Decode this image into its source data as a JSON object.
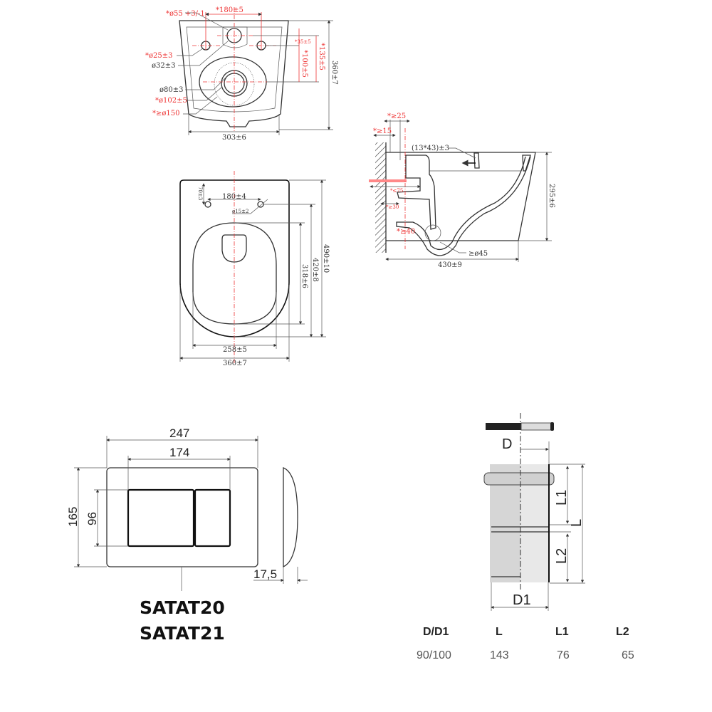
{
  "top_view": {
    "d55": "*ø55 +3/-1",
    "w180": "*180±5",
    "d25": "*ø25±3",
    "d32": "ø32±3",
    "d80": "ø80±3",
    "d102": "*ø102±5",
    "d150": "*≥ø150",
    "h35": "*35±5",
    "h100": "*100±5",
    "h135": "*135±5",
    "h360": "360±7",
    "w303": "303±6"
  },
  "side_view": {
    "g25": "*≥25",
    "g15": "*≥15",
    "inlet": "(13*43)±3",
    "l75": "*≤75",
    "g30": "*≥30",
    "g40": "*≥40",
    "trap": "≥ø45",
    "h295": "295±6",
    "w430": "430±9"
  },
  "seat_view": {
    "w180": "180±4",
    "h70": "70±3",
    "d15": "ø15±2",
    "h490": "490±10",
    "h420": "420±8",
    "h318": "318±6",
    "w258": "258±5",
    "w360": "360±7"
  },
  "flush_plate": {
    "w247": "247",
    "w174": "174",
    "h165": "165",
    "h96": "96",
    "depth": "17,5",
    "models": [
      "SATAT20",
      "SATAT21"
    ]
  },
  "pipe": {
    "label_d": "D",
    "label_d1": "D1",
    "label_l": "L",
    "label_l1": "L1",
    "label_l2": "L2",
    "table": {
      "headers": [
        "D/D1",
        "L",
        "L1",
        "L2"
      ],
      "values": [
        "90/100",
        "143",
        "76",
        "65"
      ]
    }
  }
}
